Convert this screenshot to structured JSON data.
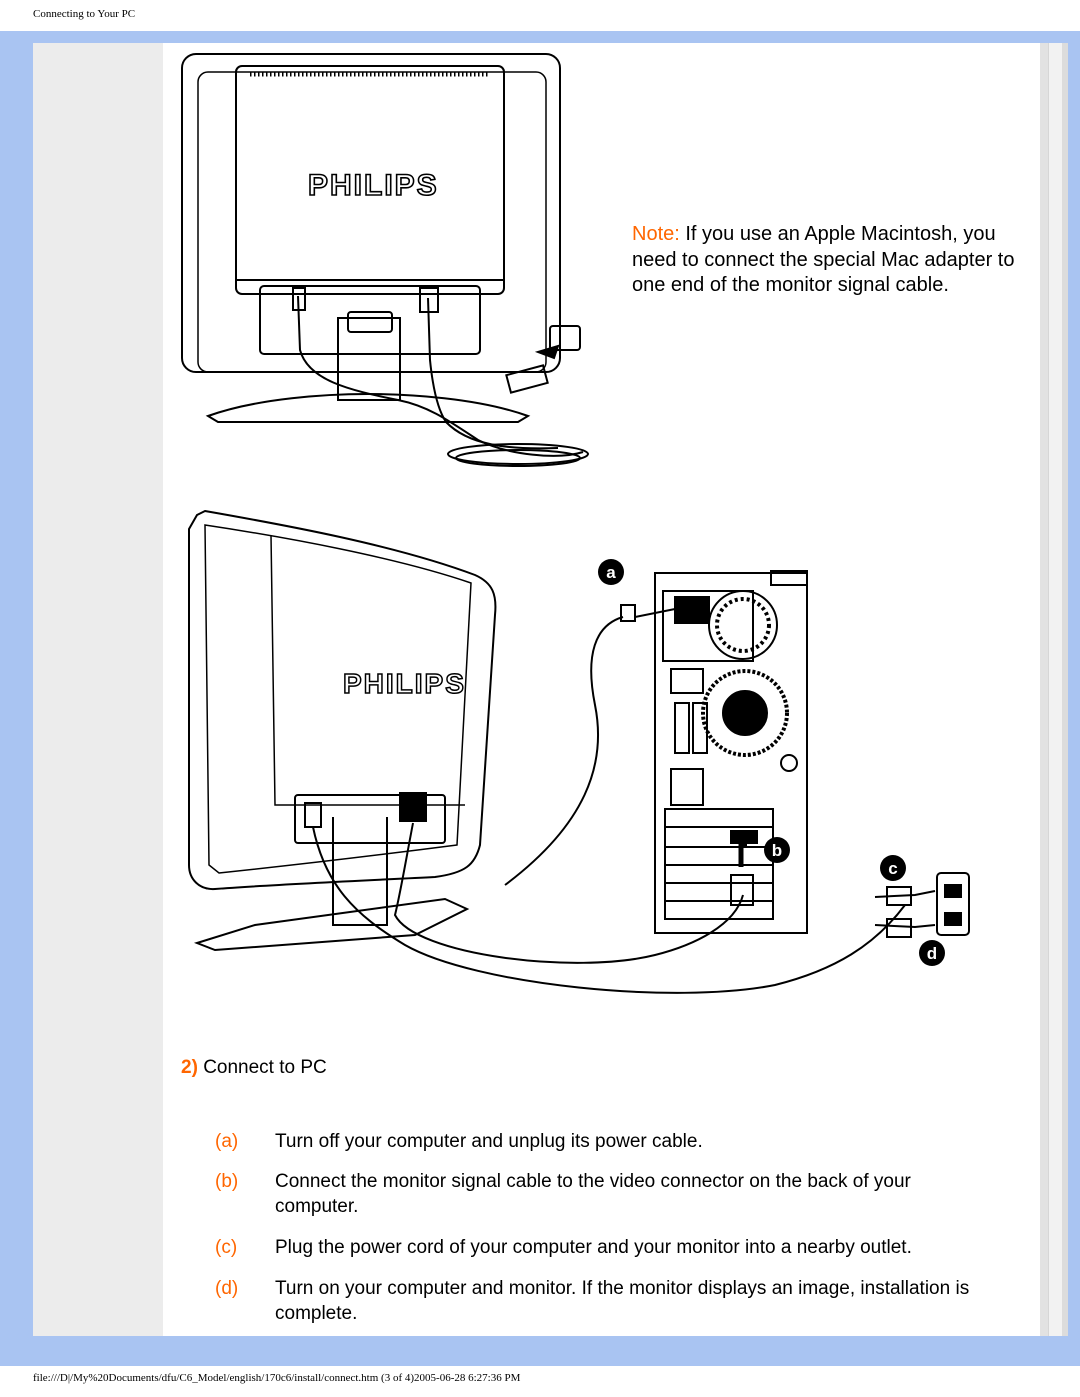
{
  "header": {
    "title": "Connecting to Your PC"
  },
  "figure1": {
    "brand": "PHILIPS"
  },
  "figure2": {
    "brand": "PHILIPS",
    "markers": {
      "a": "a",
      "b": "b",
      "c": "c",
      "d": "d"
    }
  },
  "note": {
    "label": "Note:",
    "text": " If you use an Apple Macintosh, you need to connect the special Mac adapter to one end of the monitor signal cable."
  },
  "step": {
    "number": "2)",
    "title": "Connect to PC"
  },
  "items": [
    {
      "letter": "(a)",
      "text": "Turn off your computer and unplug its power cable."
    },
    {
      "letter": "(b)",
      "text": "Connect the monitor signal cable to the video connector on the back of your computer."
    },
    {
      "letter": "(c)",
      "text": "Plug the power cord of your computer and your monitor into a nearby outlet."
    },
    {
      "letter": "(d)",
      "text": "Turn on your computer and monitor. If the monitor displays an image, installation is complete."
    }
  ],
  "footer": {
    "text": "file:///D|/My%20Documents/dfu/C6_Model/english/170c6/install/connect.htm (3 of 4)2005-06-28 6:27:36 PM"
  },
  "colors": {
    "accent": "#ff6600",
    "frame": "#a9c4f2"
  }
}
